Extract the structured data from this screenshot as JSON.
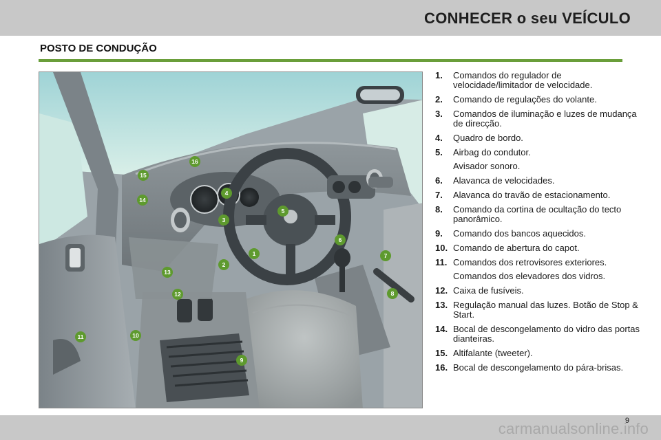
{
  "header": {
    "section_title": "CONHECER o seu VEÍCULO"
  },
  "page": {
    "title": "POSTO DE CONDUÇÃO",
    "number": "9"
  },
  "figure": {
    "callouts": [
      "1",
      "2",
      "3",
      "4",
      "5",
      "6",
      "7",
      "8",
      "9",
      "10",
      "11",
      "12",
      "13",
      "14",
      "15",
      "16"
    ]
  },
  "legend": [
    {
      "num": "1.",
      "text": "Comandos do regulador de velocidade/limitador de velocidade."
    },
    {
      "num": "2.",
      "text": "Comando de regulações do volante."
    },
    {
      "num": "3.",
      "text": "Comandos de iluminação e luzes de mudança de direcção."
    },
    {
      "num": "4.",
      "text": "Quadro de bordo."
    },
    {
      "num": "5.",
      "text": "Airbag do condutor.",
      "sub": "Avisador sonoro."
    },
    {
      "num": "6.",
      "text": "Alavanca de velocidades."
    },
    {
      "num": "7.",
      "text": "Alavanca do travão de estacionamento."
    },
    {
      "num": "8.",
      "text": "Comando da cortina de ocultação do tecto panorâmico."
    },
    {
      "num": "9.",
      "text": "Comando dos bancos aquecidos."
    },
    {
      "num": "10.",
      "text": "Comando de abertura do capot."
    },
    {
      "num": "11.",
      "text": "Comandos dos retrovisores exteriores.",
      "sub": "Comandos dos elevadores dos vidros."
    },
    {
      "num": "12.",
      "text": "Caixa de fusíveis."
    },
    {
      "num": "13.",
      "text": "Regulação manual das luzes. Botão de Stop & Start."
    },
    {
      "num": "14.",
      "text": "Bocal de descongelamento do vidro das portas dianteiras."
    },
    {
      "num": "15.",
      "text": "Altifalante (tweeter)."
    },
    {
      "num": "16.",
      "text": "Bocal de descongelamento do pára-brisas."
    }
  ],
  "footer": {
    "watermark": "carmanualsonline.info"
  },
  "colors": {
    "accent_green": "#6a9e3a",
    "callout_green": "#5e9a2e",
    "band_gray": "#c8c8c8"
  }
}
